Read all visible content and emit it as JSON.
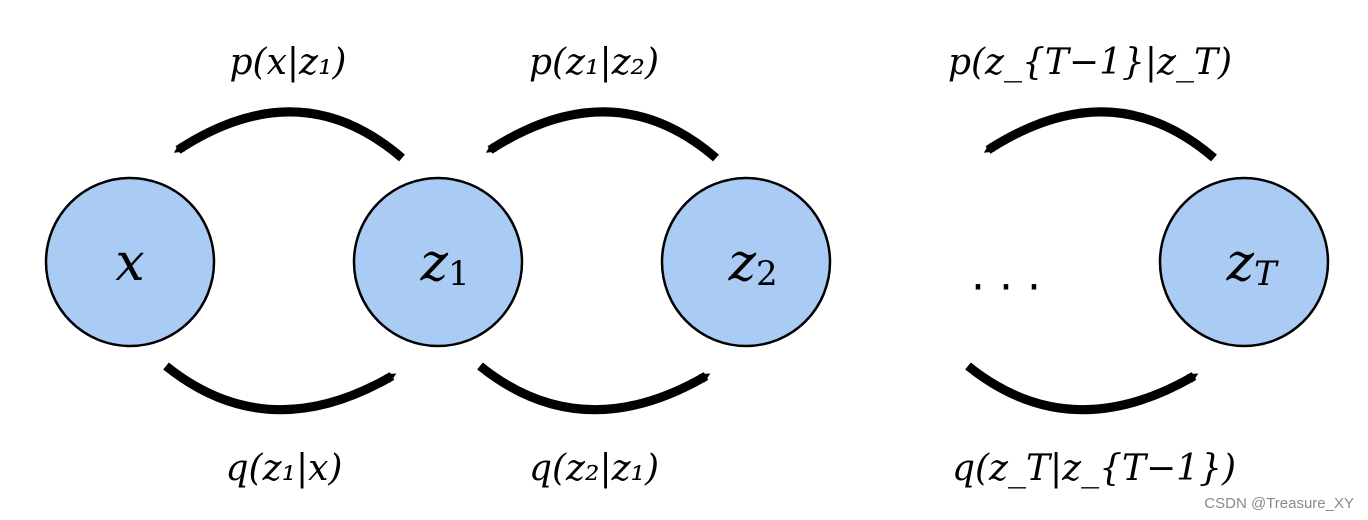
{
  "diagram": {
    "colors": {
      "node_fill": "#aacbf3",
      "node_stroke": "#000000",
      "arrow": "#000000"
    },
    "nodes": [
      {
        "id": "x",
        "label": "x",
        "sub": ""
      },
      {
        "id": "z1",
        "label": "z",
        "sub": "1"
      },
      {
        "id": "z2",
        "label": "z",
        "sub": "2"
      },
      {
        "id": "zT",
        "label": "z",
        "sub": "T"
      }
    ],
    "ellipsis": "· · ·",
    "edges": [
      {
        "from": "z1",
        "to": "x",
        "label": "p(x|z₁)",
        "direction": "backward"
      },
      {
        "from": "z2",
        "to": "z1",
        "label": "p(z₁|z₂)",
        "direction": "backward"
      },
      {
        "from": "zT",
        "to": "…",
        "label": "p(z_{T−1}|z_T)",
        "direction": "backward"
      },
      {
        "from": "x",
        "to": "z1",
        "label": "q(z₁|x)",
        "direction": "forward"
      },
      {
        "from": "z1",
        "to": "z2",
        "label": "q(z₂|z₁)",
        "direction": "forward"
      },
      {
        "from": "…",
        "to": "zT",
        "label": "q(z_T|z_{T−1})",
        "direction": "forward"
      }
    ]
  },
  "watermark": "CSDN @Treasure_XY"
}
